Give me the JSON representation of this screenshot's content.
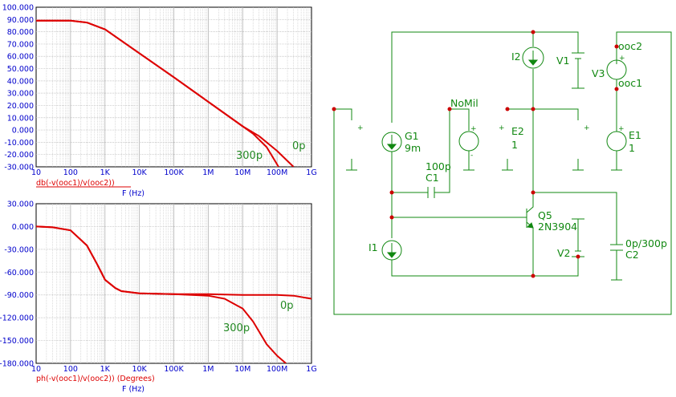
{
  "colors": {
    "axis_text": "#0000cc",
    "trace": "#dd0000",
    "grid": "#b8b8b8",
    "annotation": "#228822",
    "wire": "#118811",
    "node": "#cc0000"
  },
  "chart_data": [
    {
      "type": "line",
      "x_scale": "log",
      "xlim": [
        10,
        1000000000
      ],
      "ylim": [
        -30,
        100
      ],
      "grid": true,
      "xlabel": "F (Hz)",
      "trace_label": "db(-v(ooc1)/v(ooc2))",
      "x_ticks": [
        "10",
        "100",
        "1K",
        "10K",
        "100K",
        "1M",
        "10M",
        "100M",
        "1G"
      ],
      "y_ticks": [
        "100.000",
        "90.000",
        "80.000",
        "70.000",
        "60.000",
        "50.000",
        "40.000",
        "30.000",
        "20.000",
        "10.000",
        "0.000",
        "-10.000",
        "-20.000",
        "-30.000"
      ],
      "series": [
        {
          "name": "0p",
          "points": [
            [
              10,
              89
            ],
            [
              100,
              89
            ],
            [
              300,
              87.5
            ],
            [
              1000,
              82
            ],
            [
              10000,
              62.5
            ],
            [
              100000,
              43
            ],
            [
              1000000,
              23
            ],
            [
              10000000,
              3
            ],
            [
              30000000,
              -5
            ],
            [
              100000000,
              -17
            ],
            [
              300000000,
              -30
            ]
          ]
        },
        {
          "name": "300p",
          "points": [
            [
              10,
              89
            ],
            [
              100,
              89
            ],
            [
              300,
              87.5
            ],
            [
              1000,
              82
            ],
            [
              10000,
              62.5
            ],
            [
              100000,
              43
            ],
            [
              1000000,
              23
            ],
            [
              10000000,
              3
            ],
            [
              20000000,
              -3
            ],
            [
              50000000,
              -14
            ],
            [
              100000000,
              -28
            ],
            [
              110000000,
              -30
            ]
          ]
        }
      ]
    },
    {
      "type": "line",
      "x_scale": "log",
      "xlim": [
        10,
        1000000000
      ],
      "ylim": [
        -180,
        30
      ],
      "grid": true,
      "xlabel": "F (Hz)",
      "trace_label": "ph(-v(ooc1)/v(ooc2))  (Degrees)",
      "x_ticks": [
        "10",
        "100",
        "1K",
        "10K",
        "100K",
        "1M",
        "10M",
        "100M",
        "1G"
      ],
      "y_ticks": [
        "30.000",
        "0.000",
        "-30.000",
        "-60.000",
        "-90.000",
        "-120.000",
        "-150.000",
        "-180.000"
      ],
      "series": [
        {
          "name": "0p",
          "points": [
            [
              10,
              0
            ],
            [
              30,
              -1
            ],
            [
              100,
              -5
            ],
            [
              300,
              -25
            ],
            [
              600,
              -50
            ],
            [
              1000,
              -70
            ],
            [
              2000,
              -81
            ],
            [
              3000,
              -85
            ],
            [
              10000,
              -88
            ],
            [
              100000,
              -89
            ],
            [
              1000000,
              -89
            ],
            [
              10000000,
              -90
            ],
            [
              100000000,
              -90
            ],
            [
              300000000,
              -91
            ],
            [
              1000000000,
              -95
            ]
          ]
        },
        {
          "name": "300p",
          "points": [
            [
              10,
              0
            ],
            [
              30,
              -1
            ],
            [
              100,
              -5
            ],
            [
              300,
              -25
            ],
            [
              600,
              -50
            ],
            [
              1000,
              -70
            ],
            [
              2000,
              -81
            ],
            [
              3000,
              -85
            ],
            [
              10000,
              -88
            ],
            [
              100000,
              -89
            ],
            [
              1000000,
              -91
            ],
            [
              3000000,
              -95
            ],
            [
              10000000,
              -108
            ],
            [
              20000000,
              -125
            ],
            [
              50000000,
              -155
            ],
            [
              100000000,
              -170
            ],
            [
              180000000,
              -180
            ]
          ]
        }
      ]
    }
  ],
  "schematic": {
    "labels": {
      "nomil": "NoMil",
      "g1_name": "G1",
      "g1_value": "9m",
      "c1_value": "100p",
      "c1_name": "C1",
      "i1": "I1",
      "i2": "I2",
      "v1": "V1",
      "v3": "V3",
      "ooc2": "ooc2",
      "ooc1": "ooc1",
      "e2_name": "E2",
      "e2_value": "1",
      "e1_name": "E1",
      "e1_value": "1",
      "q5_name": "Q5",
      "q5_model": "2N3904",
      "v2": "V2",
      "c2_value": "0p/300p",
      "c2_name": "C2",
      "plus": "+",
      "minus": "-"
    }
  }
}
